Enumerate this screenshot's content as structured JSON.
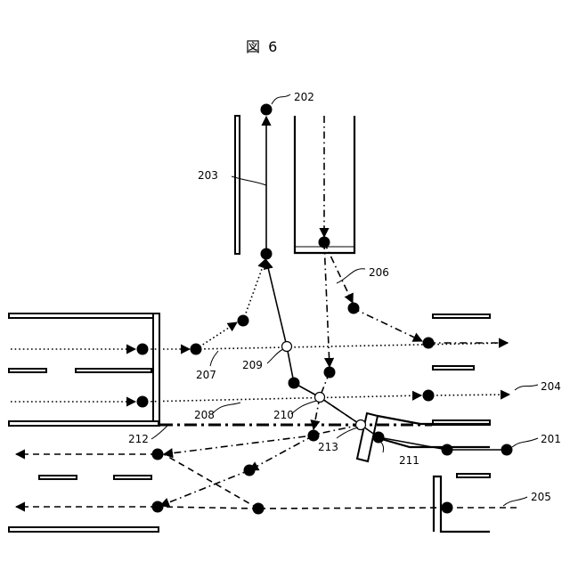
{
  "title": "図 6",
  "labels": {
    "l201": "201",
    "l202": "202",
    "l203": "203",
    "l204": "204",
    "l205": "205",
    "l206": "206",
    "l207": "207",
    "l208": "208",
    "l209": "209",
    "l210": "210",
    "l211": "211",
    "l212": "212",
    "l213": "213"
  }
}
